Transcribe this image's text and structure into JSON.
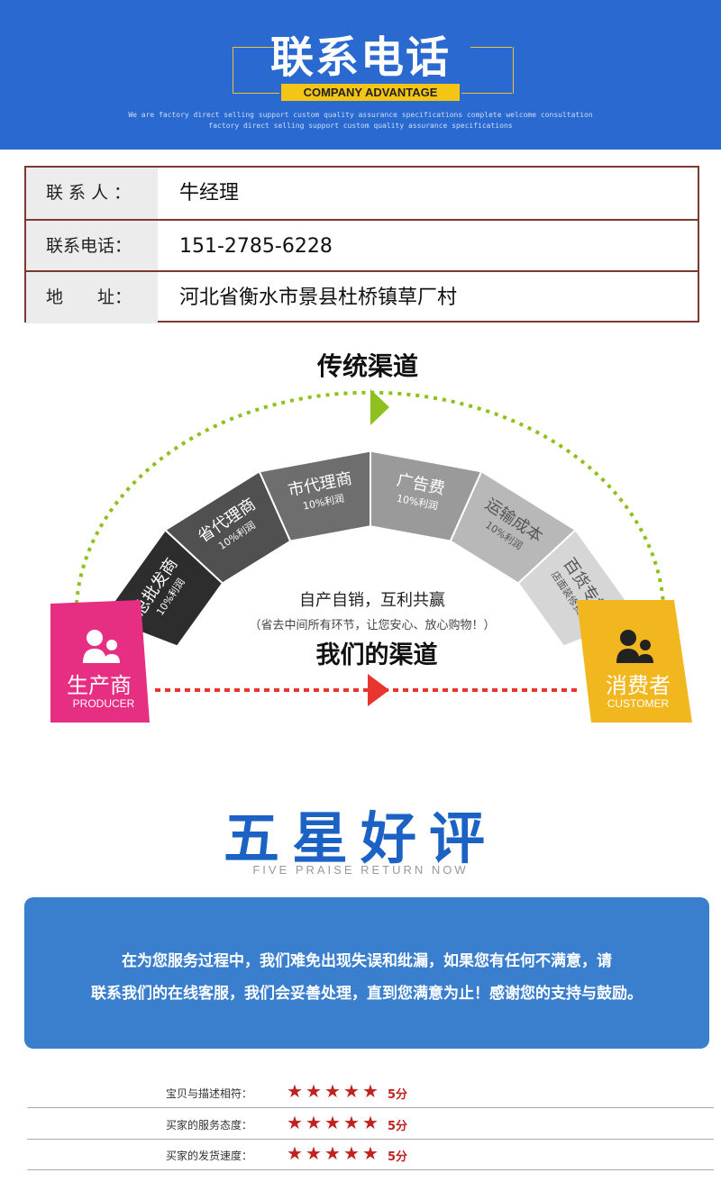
{
  "banner": {
    "title": "联系电话",
    "badge": "COMPANY ADVANTAGE",
    "sub1": "We are factory direct selling support custom quality assurance specifications complete welcome consultation",
    "sub2": "factory direct selling support custom quality assurance specifications"
  },
  "contact": {
    "rows": [
      {
        "label": "联 系 人 ：",
        "value": "牛经理"
      },
      {
        "label": "联系电话：",
        "value": "151-2785-6228"
      },
      {
        "label": "地　　址：",
        "value": "河北省衡水市景县杜桥镇草厂村"
      }
    ]
  },
  "channel": {
    "traditional": "传统渠道",
    "segments": [
      {
        "name": "总批发商",
        "sub": "10%利润",
        "color": "#2d2d2d"
      },
      {
        "name": "省代理商",
        "sub": "10%利润",
        "color": "#505050"
      },
      {
        "name": "市代理商",
        "sub": "10%利润",
        "color": "#6e6e6e"
      },
      {
        "name": "广告费",
        "sub": "10%利润",
        "color": "#9a9a9a"
      },
      {
        "name": "运输成本",
        "sub": "10%利润",
        "color": "#b8b8b8"
      },
      {
        "name": "百货专柜",
        "sub": "店面装修费用",
        "color": "#d6d6d6"
      }
    ],
    "center1": "自产自销，互利共赢",
    "center2": "（省去中间所有环节，让您安心、放心购物！）",
    "ours": "我们的渠道",
    "producer": "生产商",
    "producer_en": "PRODUCER",
    "consumer": "消费者",
    "consumer_en": "CUSTOMER",
    "producer_color": "#e62e83",
    "consumer_color": "#f2b71e"
  },
  "praise": {
    "title": "五星好评",
    "sub": "FIVE PRAISE RETURN NOW"
  },
  "notice": {
    "line1": "在为您服务过程中，我们难免出现失误和纰漏，如果您有任何不满意，请",
    "line2": "联系我们的在线客服，我们会妥善处理，直到您满意为止！感谢您的支持与鼓励。"
  },
  "ratings": [
    {
      "label": "宝贝与描述相符：",
      "stars": 5,
      "score": "5分"
    },
    {
      "label": "买家的服务态度：",
      "stars": 5,
      "score": "5分"
    },
    {
      "label": "买家的发货速度：",
      "stars": 5,
      "score": "5分"
    }
  ]
}
